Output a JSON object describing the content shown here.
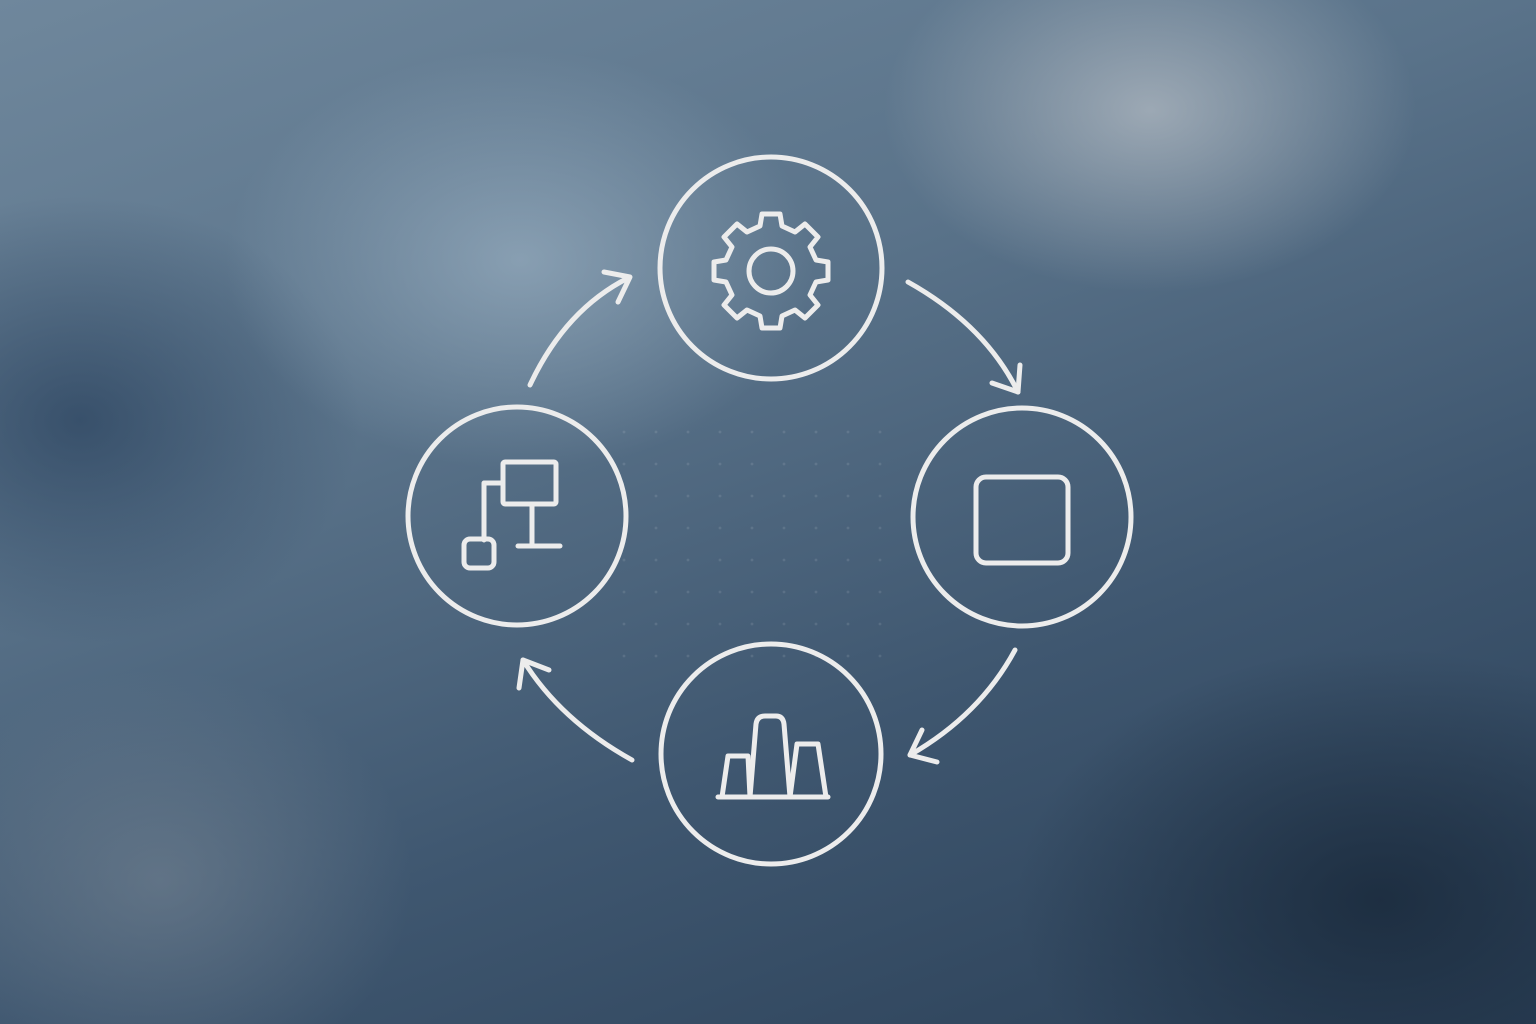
{
  "diagram": {
    "type": "cycle",
    "stroke_color": "#ececec",
    "nodes": [
      {
        "id": "top",
        "icon": "gear-icon"
      },
      {
        "id": "right",
        "icon": "square-icon"
      },
      {
        "id": "bottom",
        "icon": "bar-chart-icon"
      },
      {
        "id": "left",
        "icon": "flowchart-icon"
      }
    ],
    "flow": [
      "top",
      "right",
      "bottom",
      "left",
      "top"
    ],
    "direction": "clockwise"
  }
}
